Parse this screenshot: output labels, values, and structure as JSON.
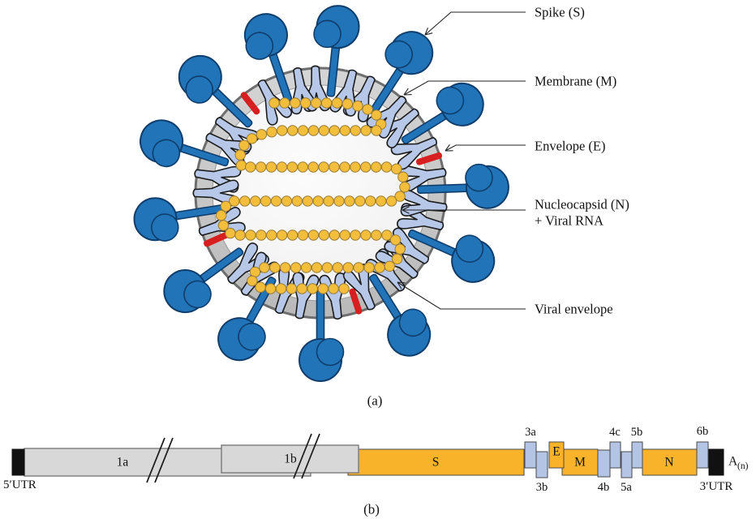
{
  "colors": {
    "spike_blue": "#2274B9",
    "spike_outline": "#0F3D6C",
    "membrane_blue": "#B6C7E8",
    "membrane_outline": "#1C1C1C",
    "envelope_red": "#D81F1F",
    "bead_gold": "#F3BE3C",
    "bead_outline": "#9A7B33",
    "chain_line": "#2B2B2B",
    "ring_band": "#C9C9C9",
    "ring_edge": "#6E6E6E",
    "ring_inner_edge": "#9A9A9A",
    "leader_line": "#222222",
    "genome_yellow": "#F8B32A",
    "genome_blue": "#B3C4E5",
    "genome_gray": "#D8D8D8",
    "genome_black": "#111111",
    "genome_border": "#4A4A4A",
    "genome_gray_border": "#7A7A7A"
  },
  "panel_a": {
    "caption": "(a)",
    "labels": {
      "spike": "Spike (S)",
      "membrane": "Membrane (M)",
      "envelope": "Envelope (E)",
      "nucleocapsid_line1": "Nucleocapsid (N)",
      "nucleocapsid_line2": "+ Viral RNA",
      "viral_envelope": "Viral envelope"
    }
  },
  "panel_b": {
    "caption": "(b)",
    "utr5": "5′UTR",
    "utr3": "3′UTR",
    "polya_base": "A",
    "polya_sub": "(n)",
    "genes": {
      "orf1a": "1a",
      "orf1b": "1b",
      "s": "S",
      "orf3a": "3a",
      "orf3b": "3b",
      "e": "E",
      "m": "M",
      "orf4b": "4b",
      "orf4c": "4c",
      "orf5a": "5a",
      "orf5b": "5b",
      "n": "N",
      "orf6b": "6b"
    }
  }
}
